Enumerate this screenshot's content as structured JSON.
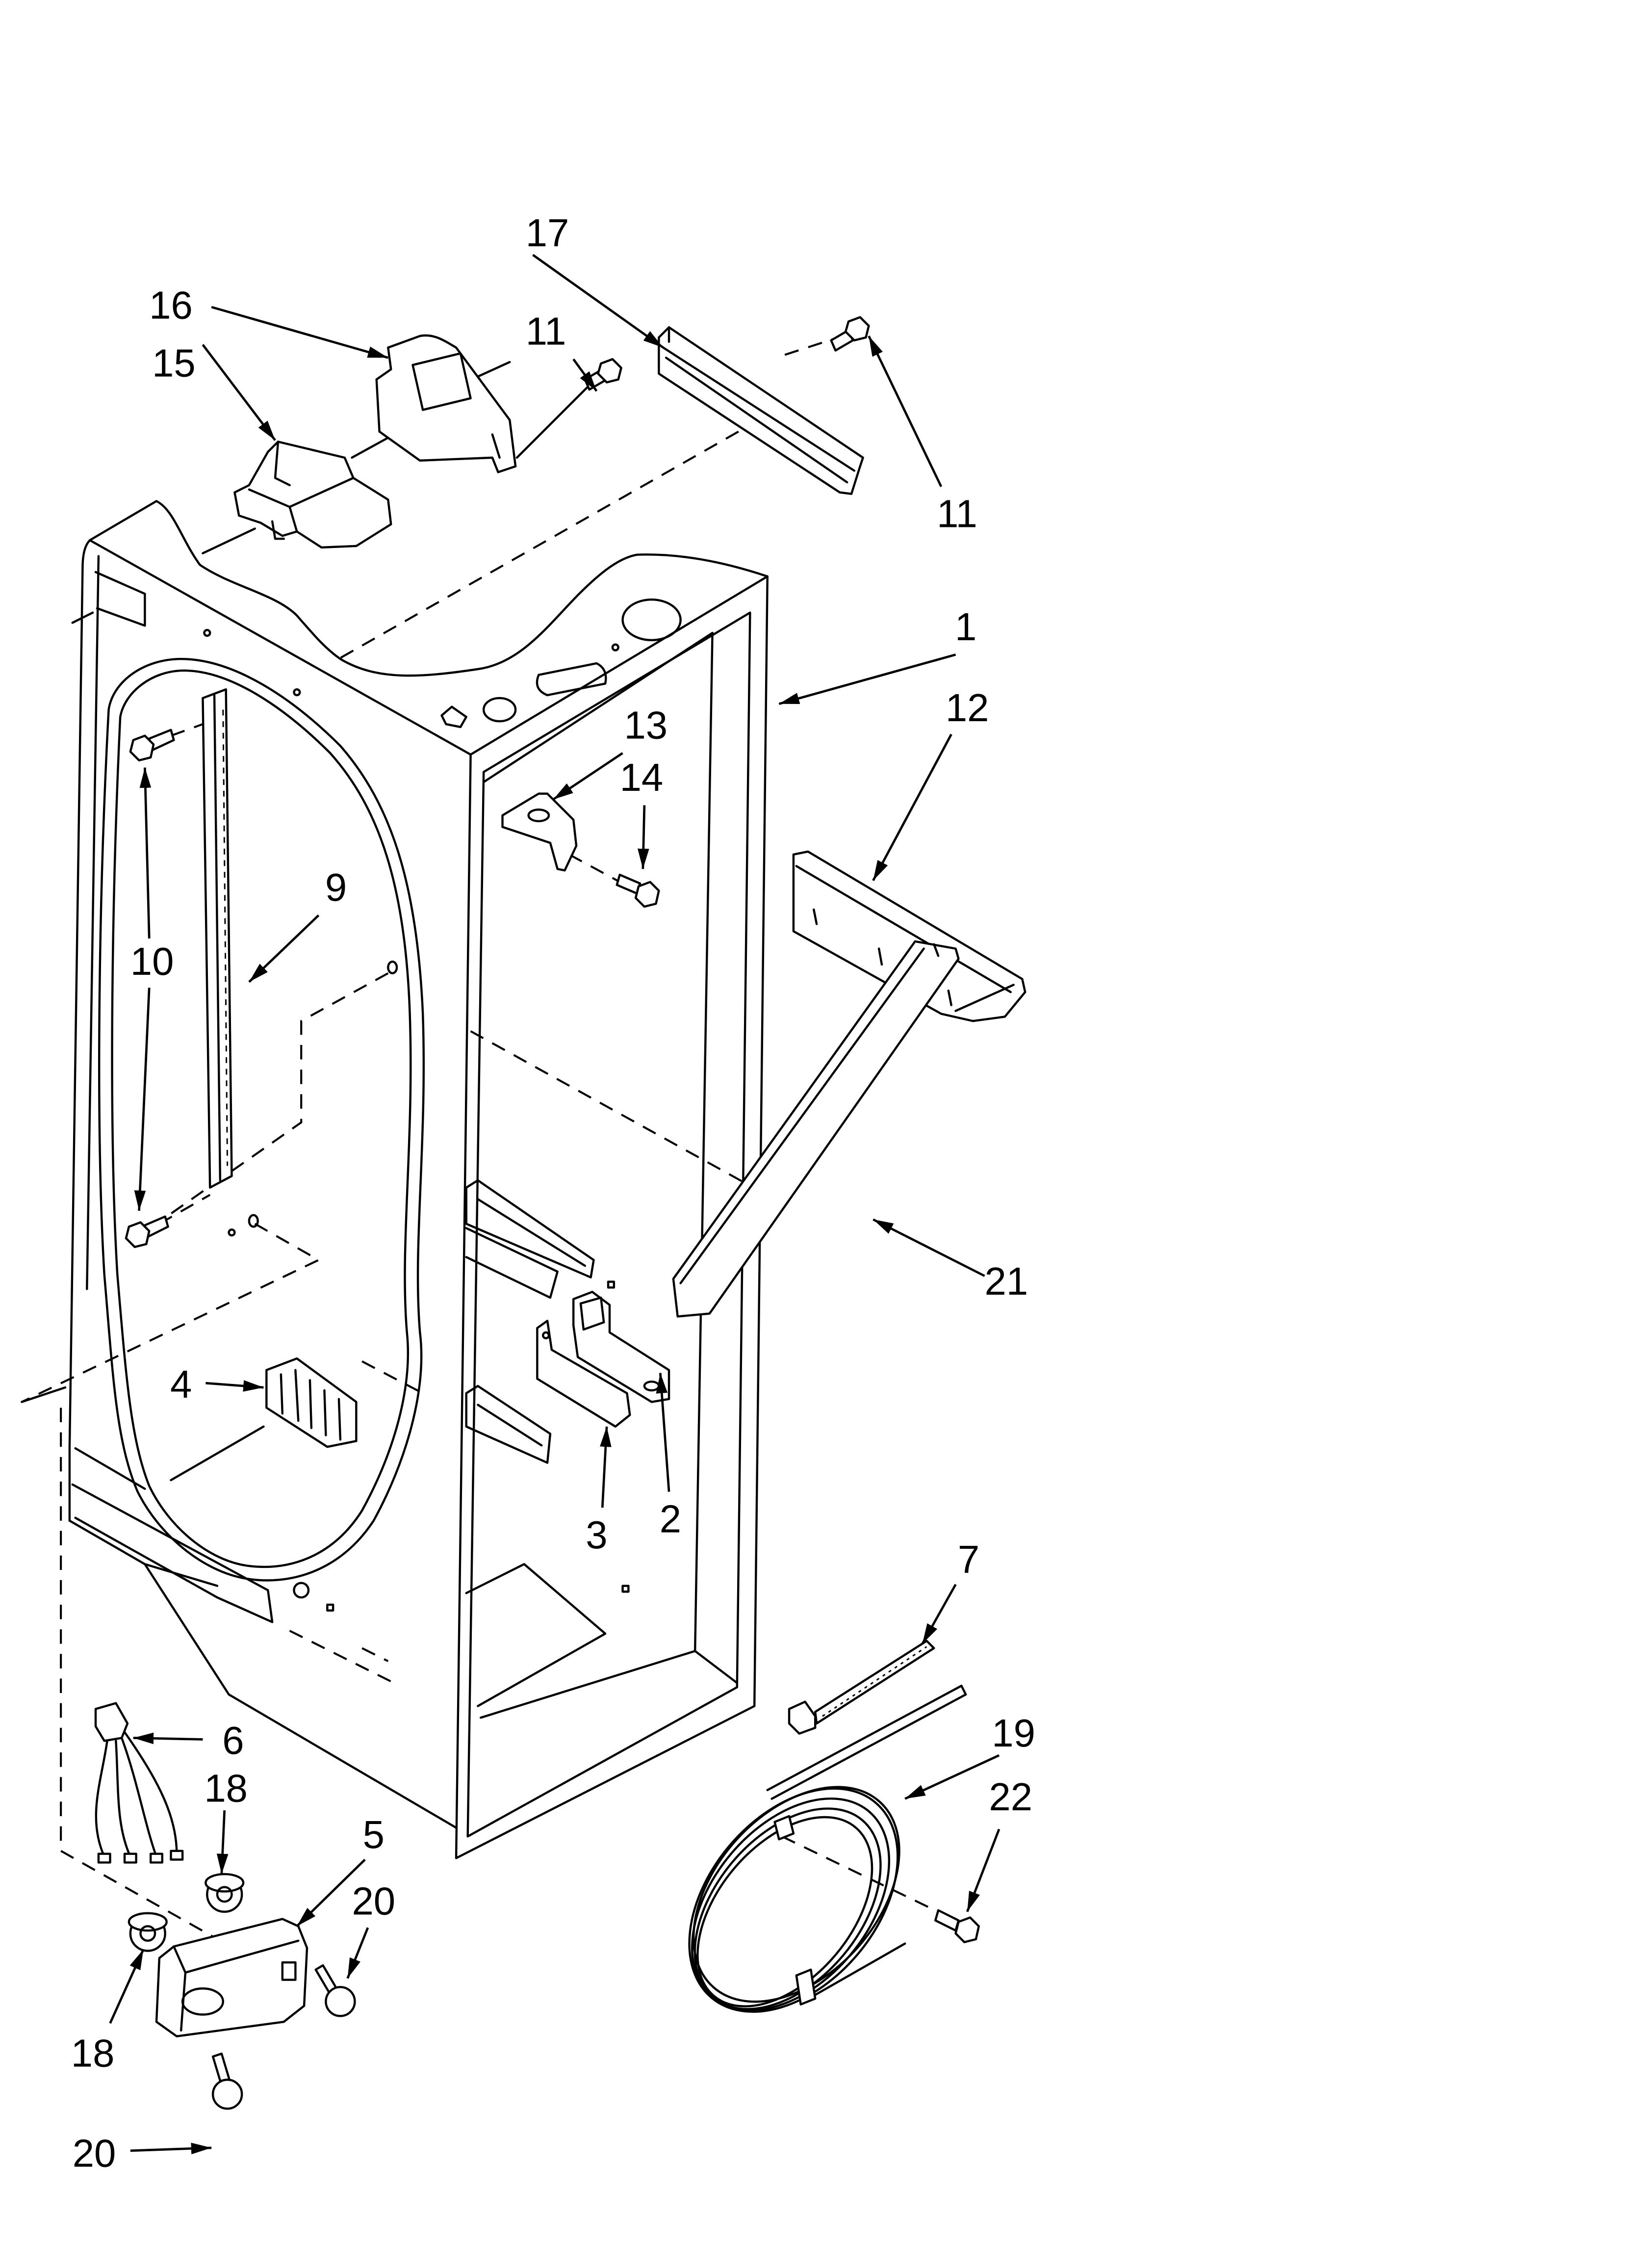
{
  "colors": {
    "ink": "#000000",
    "background": "#ffffff"
  },
  "callouts": [
    {
      "label": "17"
    },
    {
      "label": "16"
    },
    {
      "label": "11"
    },
    {
      "label": "15"
    },
    {
      "label": "11"
    },
    {
      "label": "1"
    },
    {
      "label": "12"
    },
    {
      "label": "13"
    },
    {
      "label": "14"
    },
    {
      "label": "9"
    },
    {
      "label": "10"
    },
    {
      "label": "21"
    },
    {
      "label": "4"
    },
    {
      "label": "3"
    },
    {
      "label": "2"
    },
    {
      "label": "7"
    },
    {
      "label": "6"
    },
    {
      "label": "19"
    },
    {
      "label": "18"
    },
    {
      "label": "22"
    },
    {
      "label": "5"
    },
    {
      "label": "20"
    },
    {
      "label": "18"
    },
    {
      "label": "20"
    }
  ]
}
